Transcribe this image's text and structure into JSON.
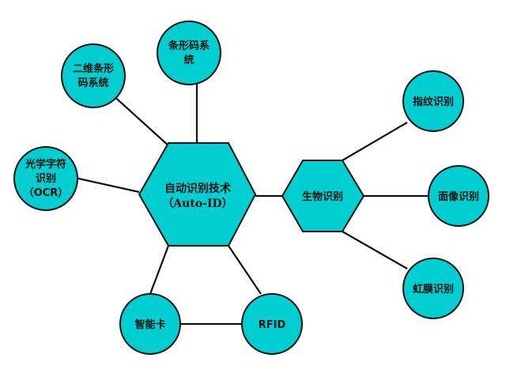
{
  "colors": {
    "node_fill": "#00CED1",
    "node_stroke": "#111111",
    "edge": "#111111"
  },
  "hub": {
    "line1": "自动识别技术",
    "line2": "（Auto-ID）"
  },
  "bio": {
    "label": "生物识别"
  },
  "barcode2d": {
    "line1": "二维条形",
    "line2": "码系统"
  },
  "barcode": {
    "line1": "条形码系",
    "line2": "统"
  },
  "ocr": {
    "line1": "光学字符",
    "line2": "识别",
    "line3": "（OCR）"
  },
  "smartcard": {
    "label": "智能卡"
  },
  "rfid": {
    "label": "RFID"
  },
  "fingerprint": {
    "label": "指纹识别"
  },
  "face": {
    "label": "面像识别"
  },
  "iris": {
    "label": "虹膜识别"
  }
}
